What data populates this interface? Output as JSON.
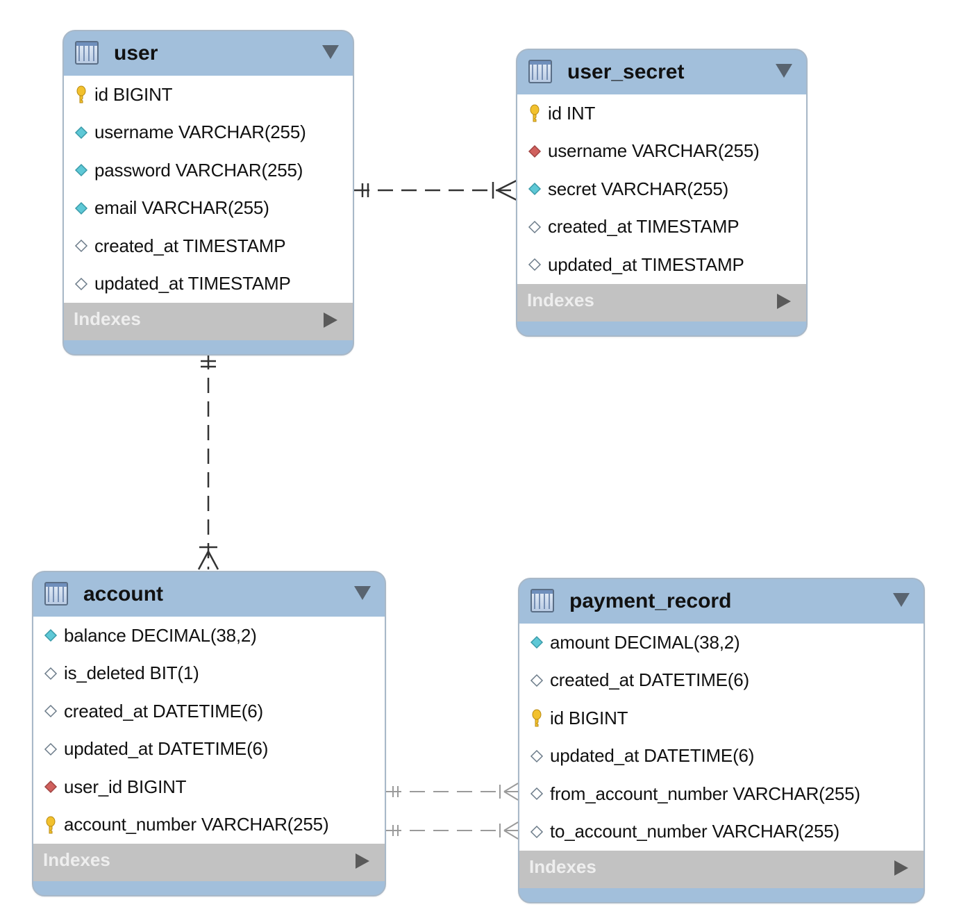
{
  "tables": [
    {
      "id": "user",
      "name": "user",
      "columns": [
        {
          "text": "id BIGINT",
          "key": "primary-key"
        },
        {
          "text": "username VARCHAR(255)",
          "key": "column-filled"
        },
        {
          "text": "password VARCHAR(255)",
          "key": "column-filled"
        },
        {
          "text": "email VARCHAR(255)",
          "key": "column-filled"
        },
        {
          "text": "created_at TIMESTAMP",
          "key": "column-open"
        },
        {
          "text": "updated_at TIMESTAMP",
          "key": "column-open"
        }
      ],
      "indexes_label": "Indexes"
    },
    {
      "id": "user-secret",
      "name": "user_secret",
      "columns": [
        {
          "text": "id INT",
          "key": "primary-key"
        },
        {
          "text": "username VARCHAR(255)",
          "key": "foreign-key"
        },
        {
          "text": "secret VARCHAR(255)",
          "key": "column-filled"
        },
        {
          "text": "created_at TIMESTAMP",
          "key": "column-open"
        },
        {
          "text": "updated_at TIMESTAMP",
          "key": "column-open"
        }
      ],
      "indexes_label": "Indexes"
    },
    {
      "id": "account",
      "name": "account",
      "columns": [
        {
          "text": "balance DECIMAL(38,2)",
          "key": "column-filled"
        },
        {
          "text": "is_deleted BIT(1)",
          "key": "column-open"
        },
        {
          "text": "created_at DATETIME(6)",
          "key": "column-open"
        },
        {
          "text": "updated_at DATETIME(6)",
          "key": "column-open"
        },
        {
          "text": "user_id BIGINT",
          "key": "foreign-key"
        },
        {
          "text": "account_number VARCHAR(255)",
          "key": "primary-key"
        }
      ],
      "indexes_label": "Indexes"
    },
    {
      "id": "payment-record",
      "name": "payment_record",
      "columns": [
        {
          "text": "amount DECIMAL(38,2)",
          "key": "column-filled"
        },
        {
          "text": "created_at DATETIME(6)",
          "key": "column-open"
        },
        {
          "text": "id BIGINT",
          "key": "primary-key"
        },
        {
          "text": "updated_at DATETIME(6)",
          "key": "column-open"
        },
        {
          "text": "from_account_number VARCHAR(255)",
          "key": "column-open"
        },
        {
          "text": "to_account_number VARCHAR(255)",
          "key": "column-open"
        }
      ],
      "indexes_label": "Indexes"
    }
  ],
  "relationships": [
    {
      "from": "user",
      "to": "user_secret",
      "cardinality": "one-to-many"
    },
    {
      "from": "user",
      "to": "account",
      "cardinality": "one-to-many"
    },
    {
      "from": "account",
      "to": "payment_record",
      "cardinality": "one-to-many",
      "style": "dashed-light"
    },
    {
      "from": "account",
      "to": "payment_record",
      "cardinality": "one-to-many",
      "style": "dashed-light"
    }
  ],
  "colors": {
    "header": "#a2bfdb",
    "indexes_bar": "#c2c2c2",
    "column_filled": "#5ec8d6",
    "foreign_key": "#d0605d",
    "primary_key": "#f2c12e",
    "relationship_dark": "#333333",
    "relationship_light": "#9a9a9a"
  }
}
